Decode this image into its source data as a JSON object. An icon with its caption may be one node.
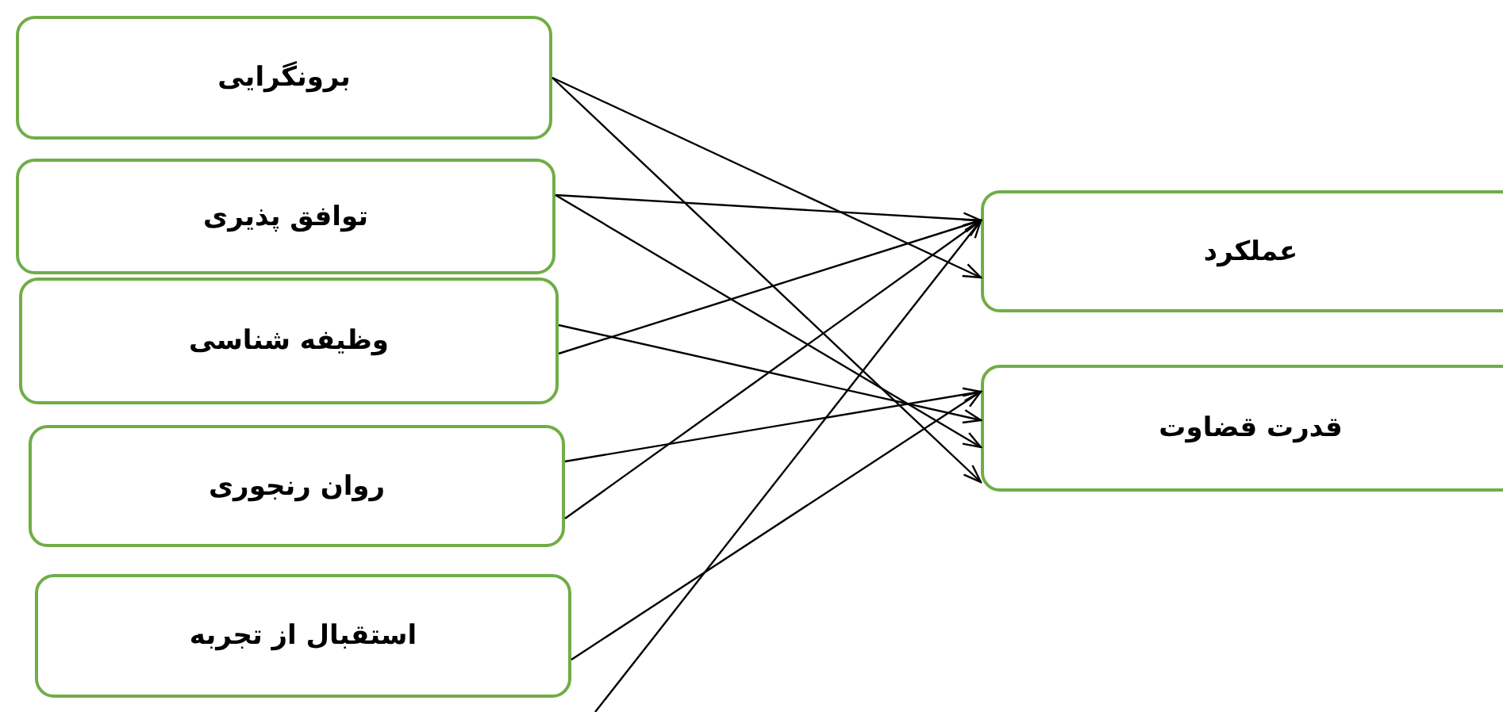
{
  "diagram": {
    "nodes": [
      {
        "text": [
          "برونگرایی"
        ]
      },
      {
        "text": [
          "توافق پذیری"
        ]
      },
      {
        "text": [
          "وظیفه شناسی"
        ]
      },
      {
        "text": [
          "روان رنجوری"
        ]
      },
      {
        "text": [
          "استقبال از تجربه"
        ]
      },
      {
        "text": [
          "عملکرد"
        ]
      },
      {
        "text": [
          "قدرت قضاوت"
        ]
      }
    ],
    "edges": [
      {
        "from": 0,
        "to": 5,
        "arrow": "to"
      },
      {
        "from": 0,
        "to": 6,
        "arrow": "to"
      },
      {
        "from": 1,
        "to": 5,
        "arrow": "to"
      },
      {
        "from": 1,
        "to": 6,
        "arrow": "to"
      },
      {
        "from": 2,
        "to": 6,
        "arrow": "to"
      },
      {
        "from": 2,
        "to": 5,
        "arrow": "to"
      },
      {
        "from": 3,
        "to": 6,
        "arrow": "to"
      },
      {
        "from": 3,
        "to": 5,
        "arrow": "to"
      },
      {
        "from": 4,
        "to": 6,
        "arrow": "to"
      },
      {
        "from": null,
        "to": 5,
        "arrow": "to"
      }
    ]
  }
}
